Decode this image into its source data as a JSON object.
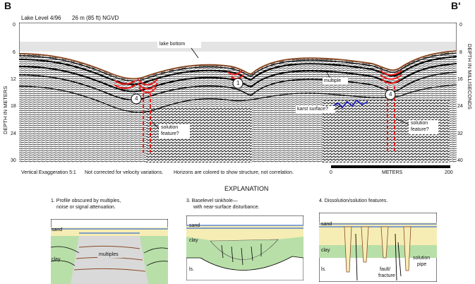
{
  "profile": {
    "left_label": "B",
    "right_label": "B'",
    "header_left": "Lake Level 4/96",
    "header_right": "26 m (85 ft) NGVD",
    "left_axis_title": "DEPTH IN METERS",
    "right_axis_title": "DEPTH IN MILLISECONDS",
    "left_ticks": [
      "0",
      "6",
      "12",
      "18",
      "24",
      "30"
    ],
    "right_ticks": [
      "0",
      "8",
      "16",
      "24",
      "32",
      "40"
    ],
    "annotations": {
      "lake_bottom": "lake bottom",
      "multiple": "multiple",
      "karst_surface": "karst surface?",
      "solution_left_1": "solution",
      "solution_left_2": "feature?",
      "solution_right_1": "solution",
      "solution_right_2": "feature?",
      "marker_1": "1",
      "marker_4a": "4",
      "marker_4b": "4"
    },
    "footer": {
      "vertical_exaggeration": "Vertical Exaggeration 5:1",
      "velocity_note": "Not corrected for velocity variations.",
      "horizon_note": "Horizons are colored to show structure, not correlation."
    },
    "scale_bar": {
      "start": "0",
      "unit": "METERS",
      "end": "200"
    }
  },
  "explanation": {
    "title": "EXPLANATION",
    "panels": [
      {
        "caption_1": "1. Profile obscured by multiples,",
        "caption_2": "noise or signal attenuation.",
        "labels": {
          "sand": "sand",
          "clay": "clay",
          "multiples": "multiples"
        }
      },
      {
        "caption_1": "3. Baselevel sinkhole—",
        "caption_2": "with near-surface disturbance.",
        "labels": {
          "sand": "sand",
          "clay": "clay",
          "ls": "ls."
        }
      },
      {
        "caption_1": "4. Dissolution/solution features.",
        "labels": {
          "sand": "sand",
          "clay": "clay",
          "ls": "ls.",
          "fault_1": "fault/",
          "fault_2": "fracture",
          "pipe_1": "solution",
          "pipe_2": "pipe"
        }
      }
    ]
  },
  "colors": {
    "sand": "#f6edb4",
    "clay": "#b8dfa8",
    "water": "#3f6fd1",
    "red_horizon": "#e8201e",
    "brown_horizon": "#8a4a26",
    "blue_horizon": "#2424b8",
    "multiples_fill": "#d9d9d9"
  }
}
